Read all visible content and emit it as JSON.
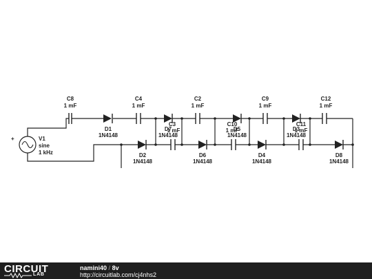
{
  "components": {
    "v1": {
      "name": "V1",
      "type": "sine",
      "freq": "1 kHz"
    },
    "c8": {
      "name": "C8",
      "value": "1 mF"
    },
    "c4": {
      "name": "C4",
      "value": "1 mF"
    },
    "c2": {
      "name": "C2",
      "value": "1 mF"
    },
    "c9": {
      "name": "C9",
      "value": "1 mF"
    },
    "c12": {
      "name": "C12",
      "value": "1 mF"
    },
    "c3": {
      "name": "C3",
      "value": "1 mF"
    },
    "c10": {
      "name": "C10",
      "value": "1 mF"
    },
    "c11": {
      "name": "C11",
      "value": "1 mF"
    },
    "d1": {
      "name": "D1",
      "part": "1N4148"
    },
    "d7": {
      "name": "D7",
      "part": "1N4148"
    },
    "d5": {
      "name": "D5",
      "part": "1N4148"
    },
    "d3": {
      "name": "D3",
      "part": "1N4148"
    },
    "d2": {
      "name": "D2",
      "part": "1N4148"
    },
    "d6": {
      "name": "D6",
      "part": "1N4148"
    },
    "d4": {
      "name": "D4",
      "part": "1N4148"
    },
    "d8": {
      "name": "D8",
      "part": "1N4148"
    }
  },
  "footer": {
    "logo_top": "CIRCUIT",
    "logo_bottom": "LAB",
    "author": "namini40",
    "separator": "/",
    "circuit_name": "8v",
    "url": "http://circuitlab.com/cj4nhs2"
  }
}
